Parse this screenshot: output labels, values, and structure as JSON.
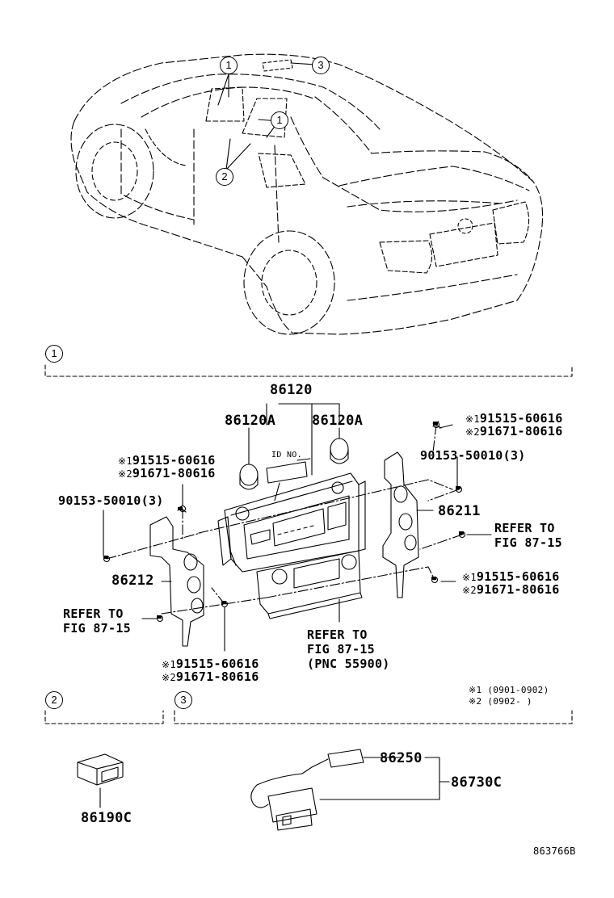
{
  "callouts": {
    "c1": "1",
    "c2": "2",
    "c3": "3"
  },
  "section1": {
    "assy_number": "86120",
    "knob_left": "86120A",
    "knob_right": "86120A",
    "id_no": "ID NO.",
    "bracket_right": "86211",
    "bracket_left": "86212",
    "screw_tl_1": "91515-60616",
    "screw_tl_2": "91671-80616",
    "screw_tr_1": "91515-60616",
    "screw_tr_2": "91671-80616",
    "screw_br_1": "91515-60616",
    "screw_br_2": "91671-80616",
    "screw_bl_1": "91515-60616",
    "screw_bl_2": "91671-80616",
    "bolt_left": "90153-50010(3)",
    "bolt_right": "90153-50010(3)",
    "refer_right": [
      "REFER TO",
      "FIG 87-15"
    ],
    "refer_left": [
      "REFER TO",
      "FIG 87-15"
    ],
    "refer_bottom": [
      "REFER TO",
      "FIG 87-15",
      "(PNC 55900)"
    ]
  },
  "marks": {
    "m1": "※1",
    "m2": "※2"
  },
  "legend": {
    "note1": "※1 (0901-0902)",
    "note2": "※2 (0902-      )"
  },
  "section2": {
    "switch_part": "86190C"
  },
  "section3": {
    "connector_part": "86250",
    "cord_part": "86730C"
  },
  "illustration_id": "863766B"
}
